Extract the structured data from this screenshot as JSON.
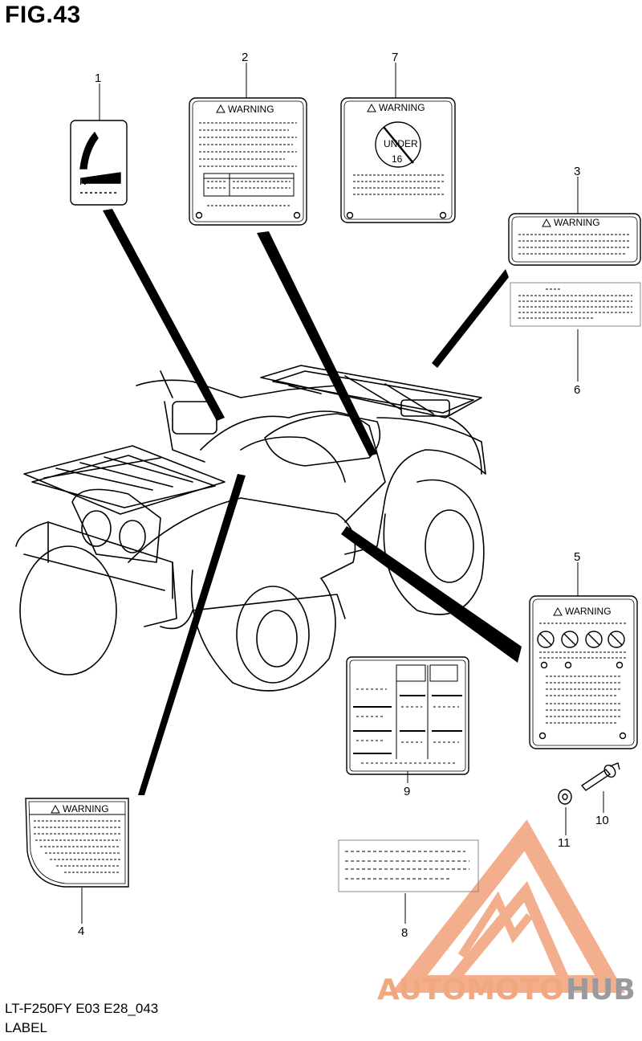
{
  "figure": {
    "title": "FIG.43",
    "model_code": "LT-F250FY E03 E28_043",
    "section_name": "LABEL"
  },
  "callouts": [
    "1",
    "2",
    "3",
    "4",
    "5",
    "6",
    "7",
    "8",
    "9",
    "10",
    "11"
  ],
  "labels": {
    "warning_text": "WARNING",
    "under16_line1": "UNDER",
    "under16_line2": "16",
    "gear_indicator": "N"
  },
  "watermark": {
    "part1": "AUTOMOTO",
    "part2": "HUB",
    "color_primary": "#f3a77f",
    "color_secondary": "#9a9a9a"
  }
}
